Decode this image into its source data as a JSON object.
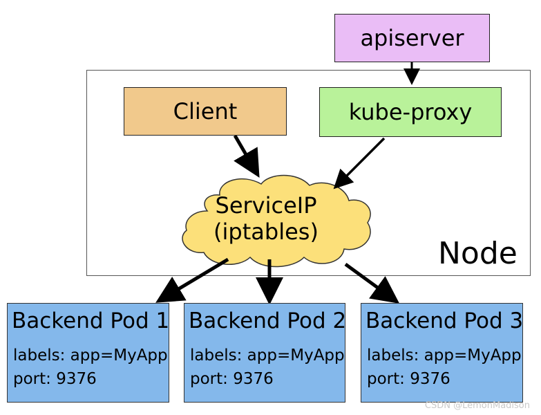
{
  "nodes": {
    "apiserver": "apiserver",
    "client": "Client",
    "kube_proxy": "kube-proxy",
    "service_ip_line1": "ServiceIP",
    "service_ip_line2": "(iptables)",
    "node_label": "Node"
  },
  "pods": [
    {
      "title": "Backend Pod 1",
      "labels": "labels: app=MyApp",
      "port": "port: 9376"
    },
    {
      "title": "Backend Pod 2",
      "labels": "labels: app=MyApp",
      "port": "port: 9376"
    },
    {
      "title": "Backend Pod 3",
      "labels": "labels: app=MyApp",
      "port": "port: 9376"
    }
  ],
  "watermark": "CSDN @LemonMadison",
  "colors": {
    "apiserver": "#eabdf6",
    "client": "#f1c98c",
    "kube_proxy": "#b9f29a",
    "service_ip": "#fce07a",
    "pod": "#84b8eb"
  }
}
